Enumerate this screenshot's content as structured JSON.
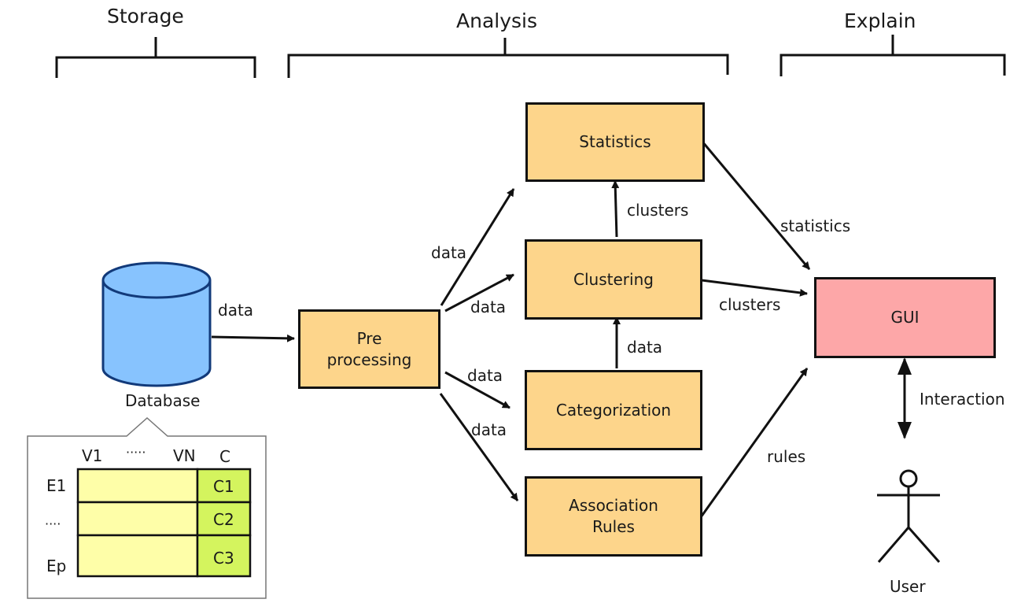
{
  "sections": {
    "storage": "Storage",
    "analysis": "Analysis",
    "explain": "Explain"
  },
  "nodes": {
    "database": "Database",
    "preprocessing": "Pre\nprocessing",
    "statistics": "Statistics",
    "clustering": "Clustering",
    "categorization": "Categorization",
    "association_rules": "Association\nRules",
    "gui": "GUI",
    "user": "User"
  },
  "edges": {
    "db_to_pre": "data",
    "pre_to_stats": "data",
    "pre_to_clustering": "data",
    "pre_to_categorization": "data",
    "pre_to_assoc": "data",
    "clustering_to_stats": "clusters",
    "categorization_to_clustering": "data",
    "stats_to_gui": "statistics",
    "clustering_to_gui": "clusters",
    "assoc_to_gui": "rules",
    "gui_user": "Interaction"
  },
  "table": {
    "col_first": "V1",
    "col_dots": "·····",
    "col_last": "VN",
    "col_class": "C",
    "rows": [
      "E1",
      "····",
      "Ep"
    ],
    "classes": [
      "C1",
      "C2",
      "C3"
    ]
  },
  "colors": {
    "process_box": "#fdd58b",
    "gui_box": "#fda7a8",
    "database": "#87c3fe",
    "table_cells": "#fefea8",
    "class_cells": "#d4f45e"
  }
}
